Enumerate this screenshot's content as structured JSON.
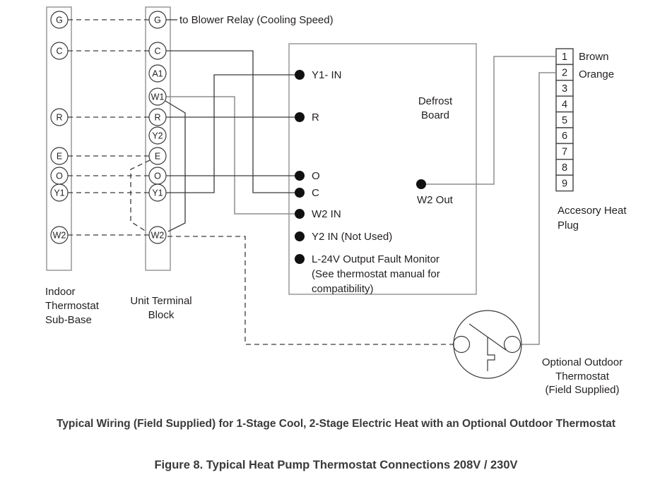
{
  "colors": {
    "ink": "#231f20",
    "wire_dark": "#3a3a3a",
    "wire_gray": "#8d8d8d",
    "box_gray": "#9f9f9f",
    "dot": "#111111",
    "caption": "#3a3a3a"
  },
  "diagram": {
    "blower_note": "to Blower Relay (Cooling Speed)",
    "subbase": {
      "terminals": [
        "G",
        "C",
        "R",
        "E",
        "O",
        "Y1",
        "W2"
      ],
      "label_lines": [
        "Indoor",
        "Thermostat",
        "Sub-Base"
      ]
    },
    "terminal_block": {
      "terminals": [
        "G",
        "C",
        "A1",
        "W1",
        "R",
        "Y2",
        "E",
        "O",
        "Y1",
        "W2"
      ],
      "label_lines": [
        "Unit Terminal",
        "Block"
      ]
    },
    "defrost_board": {
      "title_lines": [
        "Defrost",
        "Board"
      ],
      "terminals": [
        "Y1- IN",
        "R",
        "O",
        "C",
        "W2 IN",
        "Y2 IN (Not Used)",
        "L-24V Output Fault Monitor"
      ],
      "fault_note_lines": [
        "(See thermostat manual for",
        "compatibility)"
      ],
      "w2_out_label": "W2 Out"
    },
    "heat_plug": {
      "pins": [
        "1",
        "2",
        "3",
        "4",
        "5",
        "6",
        "7",
        "8",
        "9"
      ],
      "pin_wire_labels": [
        "Brown",
        "Orange"
      ],
      "label_lines": [
        "Accesory Heat",
        "Plug"
      ]
    },
    "outdoor_thermostat": {
      "label_lines": [
        "Optional Outdoor",
        "Thermostat",
        "(Field Supplied)"
      ]
    }
  },
  "captions": {
    "wiring_note": "Typical Wiring (Field Supplied) for 1-Stage Cool, 2-Stage Electric Heat with an Optional Outdoor Thermostat",
    "figure_title": "Figure 8. Typical Heat Pump Thermostat Connections 208V / 230V"
  }
}
